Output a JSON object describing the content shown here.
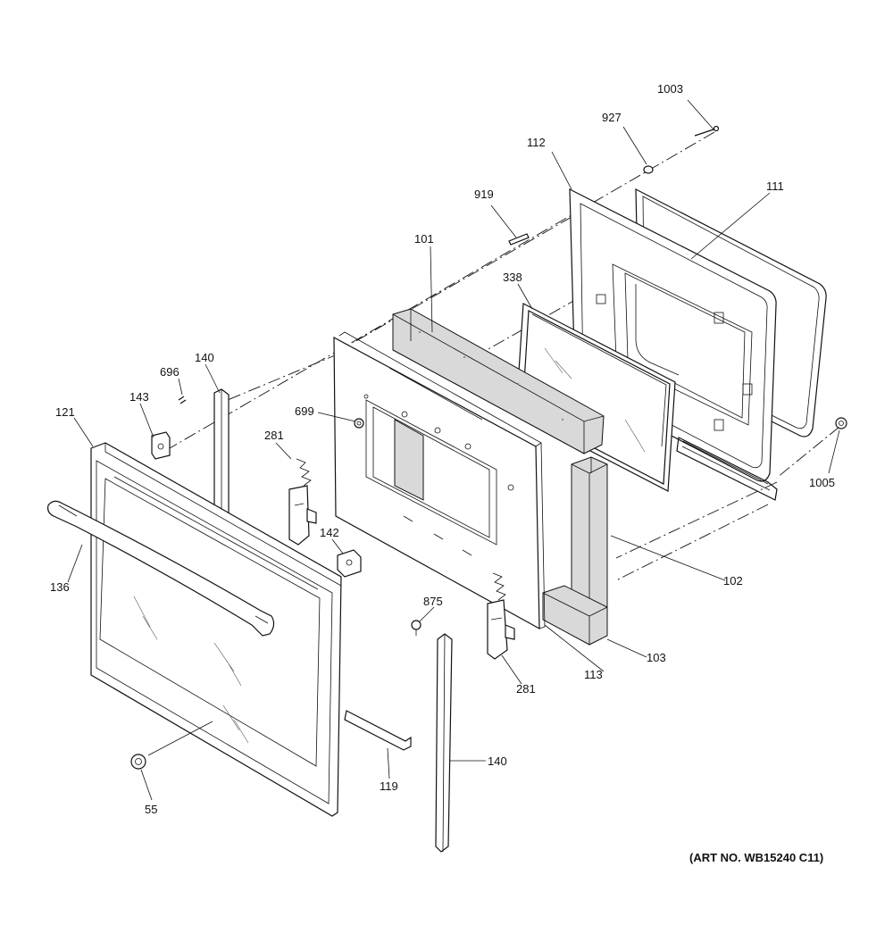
{
  "diagram": {
    "art_number": "(ART NO. WB15240 C11)",
    "part_labels": {
      "p1003": "1003",
      "p927": "927",
      "p112": "112",
      "p111": "111",
      "p919": "919",
      "p101": "101",
      "p338": "338",
      "p140a": "140",
      "p696": "696",
      "p143": "143",
      "p121": "121",
      "p699": "699",
      "p281a": "281",
      "p1005": "1005",
      "p136": "136",
      "p142": "142",
      "p102": "102",
      "p875": "875",
      "p113": "113",
      "p103": "103",
      "p281b": "281",
      "p55": "55",
      "p119": "119",
      "p140b": "140"
    }
  }
}
